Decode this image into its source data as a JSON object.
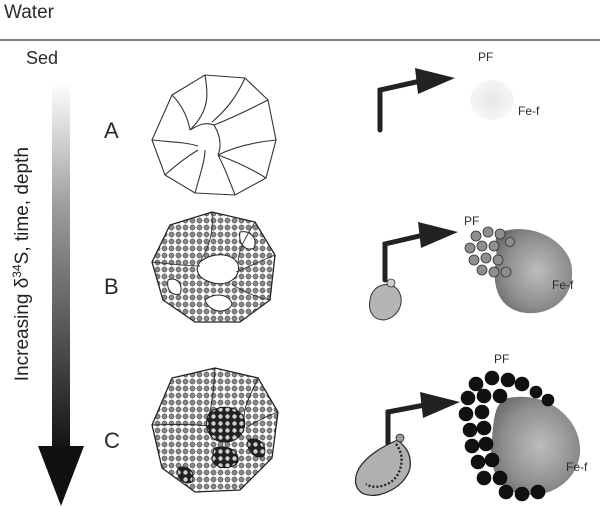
{
  "layers": {
    "water": "Water",
    "sediment": "Sed"
  },
  "axis": {
    "prefix": "Increasing δ",
    "superscript": "34",
    "suffix": "S, time, depth"
  },
  "stages": [
    {
      "label": "A",
      "framboid_label": "PF",
      "iron_label": "Fe-f"
    },
    {
      "label": "B",
      "framboid_label": "PF",
      "iron_label": "Fe-f"
    },
    {
      "label": "C",
      "framboid_label": "PF",
      "iron_label": "Fe-f"
    }
  ]
}
